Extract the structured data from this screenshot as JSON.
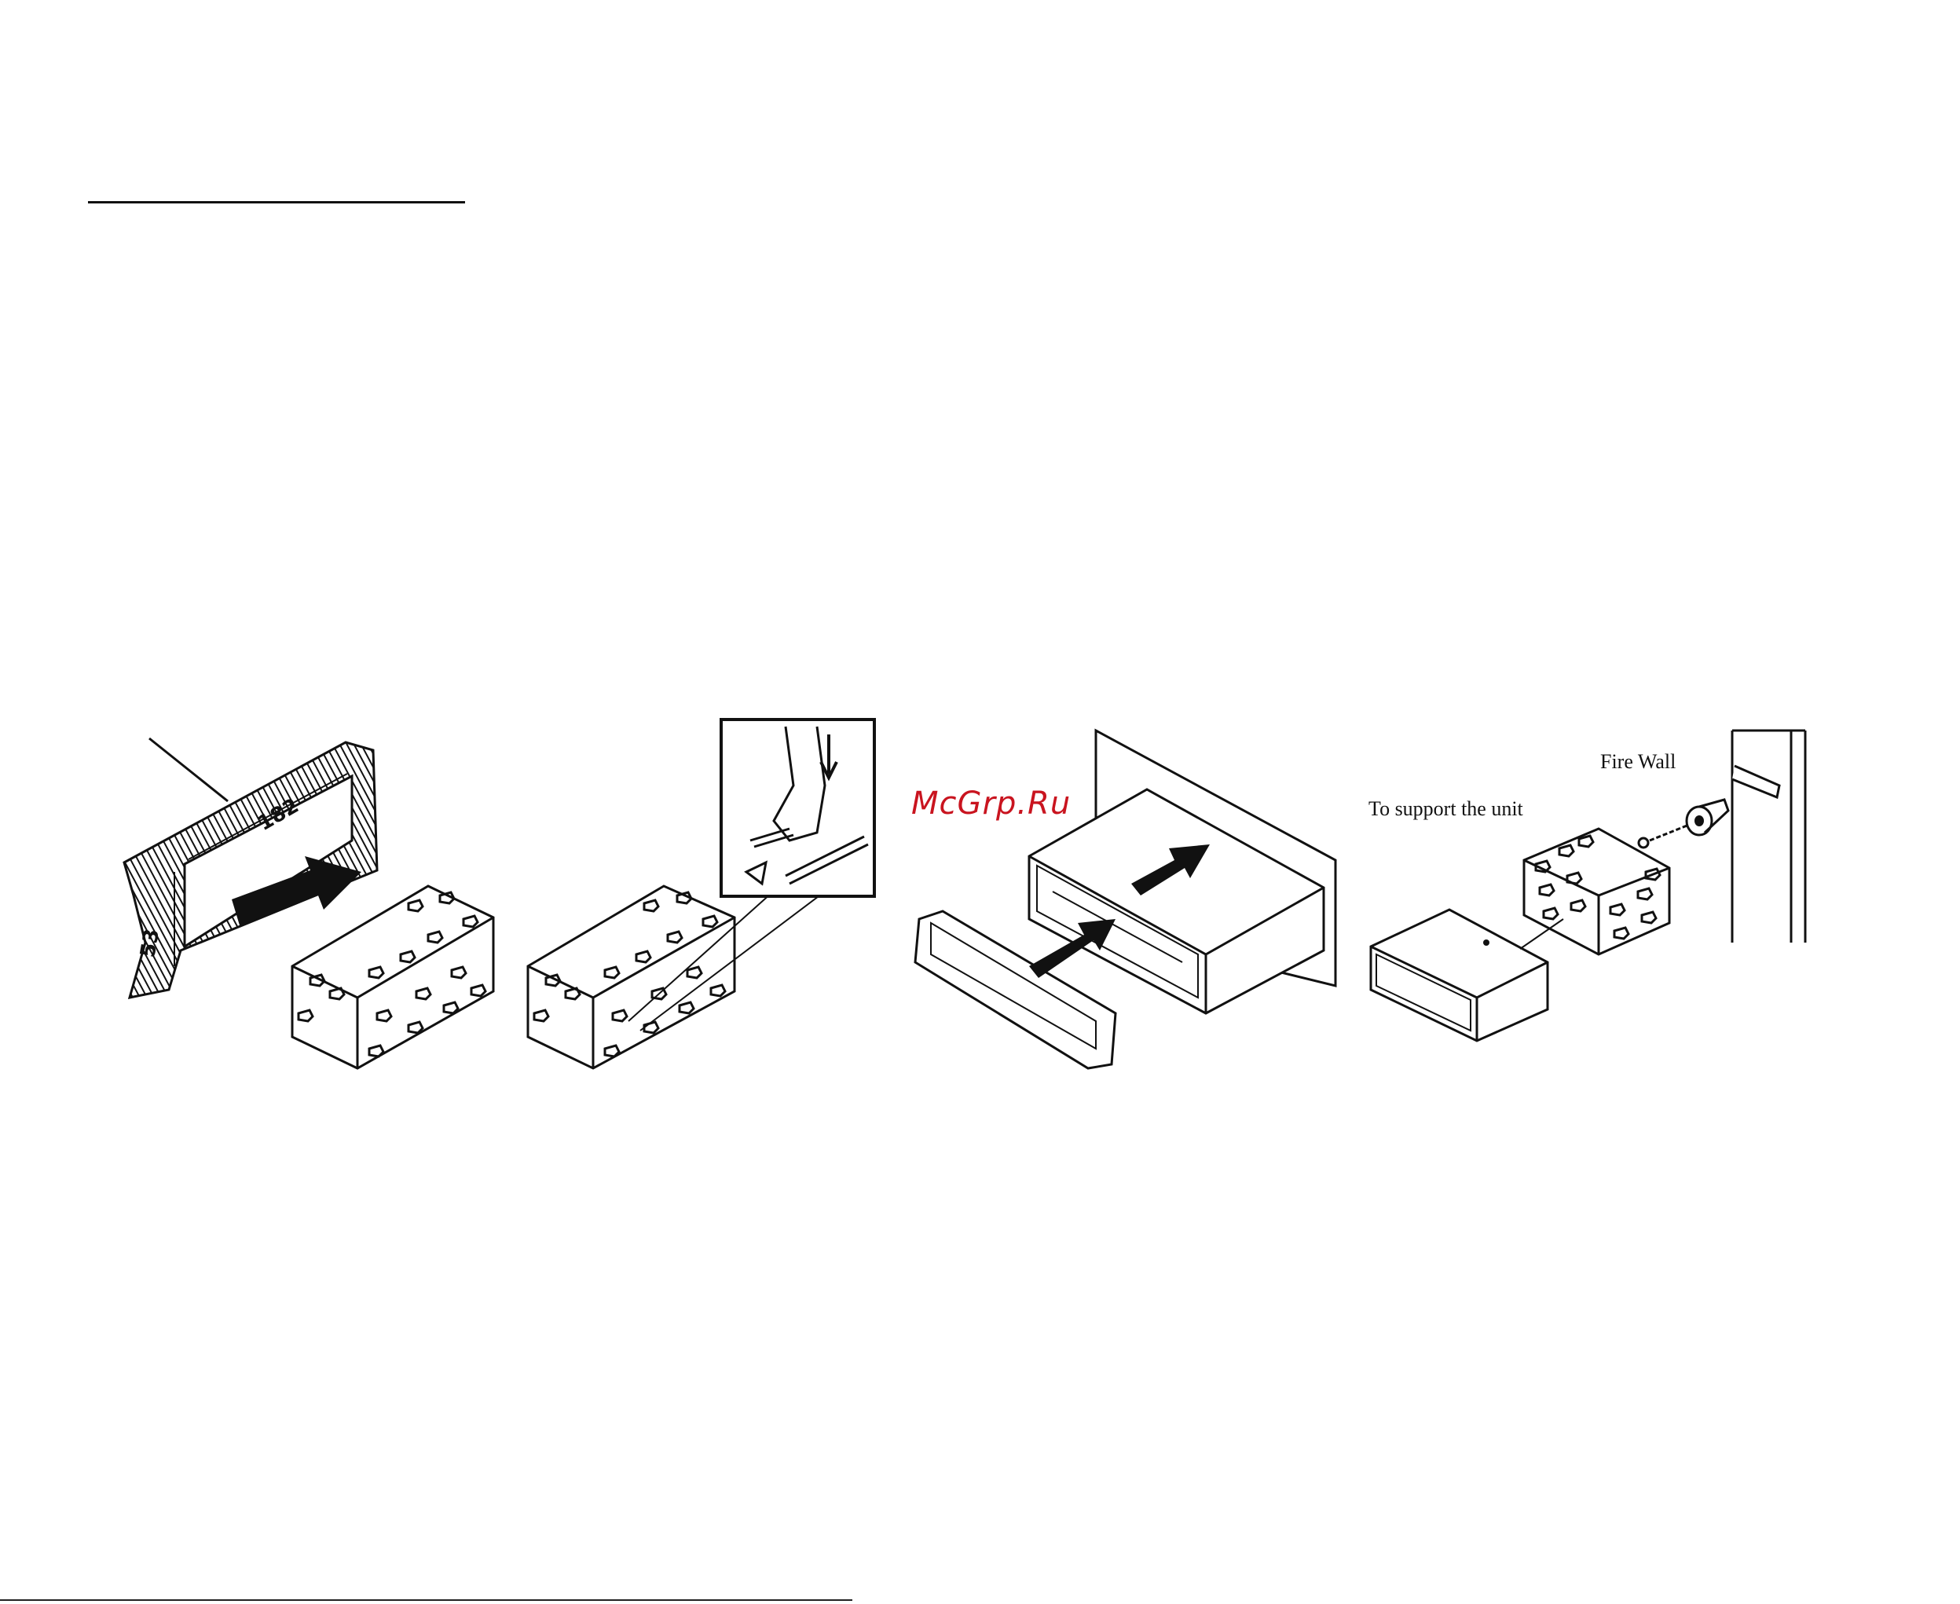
{
  "watermark": "McGrp.Ru",
  "labels": {
    "fire_wall": "Fire Wall",
    "support": "To support the unit",
    "dim_width": "182",
    "dim_height": "53"
  },
  "colors": {
    "watermark": "#c9141f",
    "ink": "#111111"
  }
}
